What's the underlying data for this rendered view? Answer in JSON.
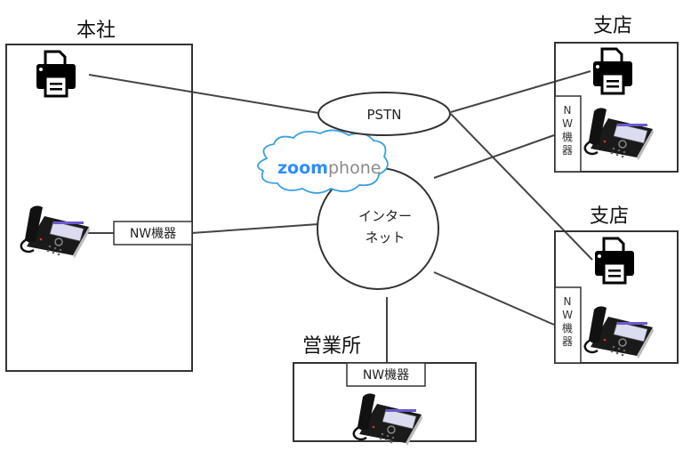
{
  "sites": {
    "honsha": {
      "title": "本社",
      "nw_label": "NW機器"
    },
    "branch1": {
      "title": "支店",
      "nw_chars": [
        "N",
        "W",
        "機",
        "器"
      ]
    },
    "branch2": {
      "title": "支店",
      "nw_chars": [
        "N",
        "W",
        "機",
        "器"
      ]
    },
    "sales": {
      "title": "営業所",
      "nw_label": "NW機器"
    }
  },
  "networks": {
    "pstn": {
      "label": "PSTN"
    },
    "internet": {
      "line1": "インター",
      "line2": "ネット"
    },
    "cloud": {
      "brand_a": "zoom",
      "brand_b": "phone"
    }
  },
  "colors": {
    "cloud_stroke": "#3aa0e0",
    "zoom_blue": "#2d8cff",
    "phone_gray": "#8a8a8a"
  }
}
